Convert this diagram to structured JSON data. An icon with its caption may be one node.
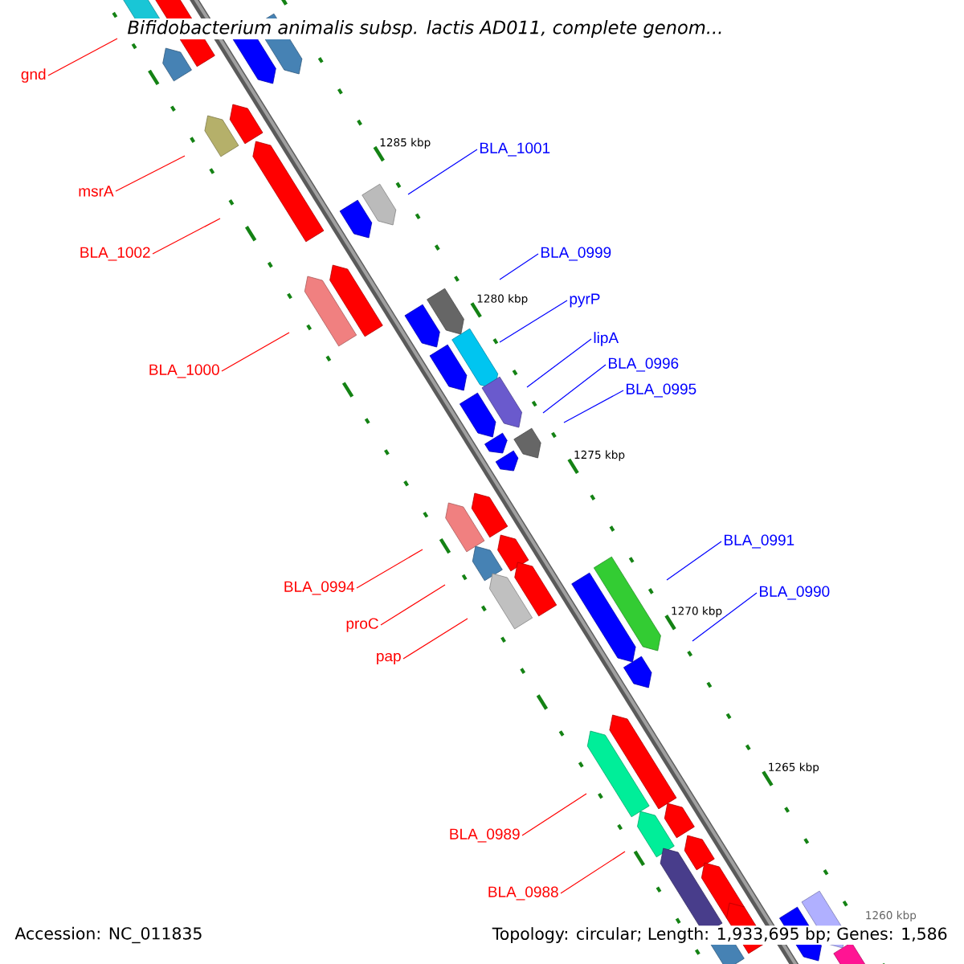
{
  "diagram": {
    "title": "Bifidobacterium animalis subsp. lactis AD011, complete genom...",
    "nodes": [
      {
        "text": [
          "gnd"
        ]
      },
      {
        "text": [
          "msrA"
        ]
      },
      {
        "text": [
          "BLA_1002"
        ]
      },
      {
        "text": [
          "BLA_1000"
        ]
      },
      {
        "text": [
          "BLA_1001"
        ]
      },
      {
        "text": [
          "BLA_0999"
        ]
      },
      {
        "text": [
          "pyrP"
        ]
      },
      {
        "text": [
          "lipA"
        ]
      },
      {
        "text": [
          "BLA_0996"
        ]
      },
      {
        "text": [
          "BLA_0995"
        ]
      },
      {
        "text": [
          "BLA_0994"
        ]
      },
      {
        "text": [
          "proC"
        ]
      },
      {
        "text": [
          "pap"
        ]
      },
      {
        "text": [
          "BLA_0991"
        ]
      },
      {
        "text": [
          "BLA_0990"
        ]
      },
      {
        "text": [
          "BLA_0989"
        ]
      },
      {
        "text": [
          "BLA_0988"
        ]
      }
    ],
    "edges": [
      {
        "from": 0,
        "to": null,
        "arrow": "none"
      },
      {
        "from": 1,
        "to": null,
        "arrow": "none"
      },
      {
        "from": 2,
        "to": null,
        "arrow": "none"
      },
      {
        "from": 3,
        "to": null,
        "arrow": "none"
      },
      {
        "from": 4,
        "to": null,
        "arrow": "none",
        "color": "#0000ff"
      },
      {
        "from": 5,
        "to": null,
        "arrow": "none",
        "color": "#0000ff"
      },
      {
        "from": 6,
        "to": null,
        "arrow": "none",
        "color": "#0000ff"
      },
      {
        "from": 7,
        "to": null,
        "arrow": "none",
        "color": "#0000ff"
      },
      {
        "from": 8,
        "to": null,
        "arrow": "none",
        "color": "#0000ff"
      },
      {
        "from": 9,
        "to": null,
        "arrow": "none",
        "color": "#0000ff"
      },
      {
        "from": 10,
        "to": null,
        "arrow": "none"
      },
      {
        "from": 11,
        "to": null,
        "arrow": "none"
      },
      {
        "from": 12,
        "to": null,
        "arrow": "none"
      },
      {
        "from": 13,
        "to": null,
        "arrow": "none",
        "color": "#0000ff"
      },
      {
        "from": 14,
        "to": null,
        "arrow": "none",
        "color": "#0000ff"
      },
      {
        "from": 15,
        "to": null,
        "arrow": "none"
      },
      {
        "from": 16,
        "to": null,
        "arrow": "none"
      }
    ],
    "labels": [
      "1285 kbp",
      "1280 kbp",
      "1275 kbp",
      "1270 kbp",
      "1265 kbp",
      "1260 kbp",
      "Accession: NC_011835",
      "Topology: circular; Length: 1,933,695 bp; Genes: 1,586"
    ]
  }
}
